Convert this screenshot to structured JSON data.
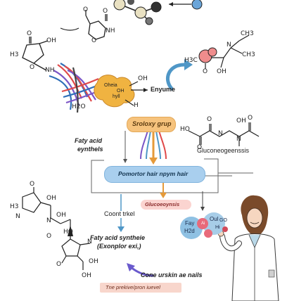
{
  "labels": {
    "enzyme": "Enyume",
    "acyl_group": "Sroloxy grup",
    "fatty_acid_synthesis": "Faty acid",
    "fatty_acid_synthesis_2": "eynthels",
    "gluconeogenesis": "Gluconeogeenssis",
    "central_pathway": "Pomortor hair npym hair",
    "glucose_box": "Glucoeoynsis",
    "control": "Coont trkel",
    "fatty_acid_synthesis_b": "Faty acid syntheie",
    "fatty_acid_synthesis_b2": "(Exonplor exi,)",
    "cone_label": "Cone urskin ae nails",
    "bottom_caption": "Tne prekive/pron iuevel",
    "blob_text": [
      "Oheia",
      "OH",
      "hyll"
    ],
    "scientist_bubbles": [
      "Fay",
      "H2d",
      "Oul",
      "Hi",
      "GO",
      "Ai"
    ]
  },
  "chem": {
    "top_ring": [
      "O",
      "O",
      "NH",
      "O"
    ],
    "left_ring": [
      "O",
      "OH",
      "H3",
      "O",
      "NH"
    ],
    "h2o": "H2O",
    "h": "H",
    "oh_blob": "OH",
    "right_mol": [
      "H3C",
      "N",
      "CH3",
      "O",
      "OH",
      "CH3"
    ],
    "mid_right": [
      "HO",
      "O",
      "O",
      "N",
      "OH",
      "N",
      "O"
    ],
    "bottom_left": [
      "O",
      "OH",
      "H3",
      "N",
      "OH",
      "N",
      "HO",
      "O",
      "O",
      "N",
      "OH",
      "OH"
    ]
  },
  "colors": {
    "orange_pill": "#f6c37d",
    "blue_pill": "#a9cfee",
    "pink_box": "#fbd4d0",
    "arrow_blue": "#4f97c7",
    "arrow_orange": "#e59a3a",
    "arrow_purple": "#6a5acd"
  }
}
